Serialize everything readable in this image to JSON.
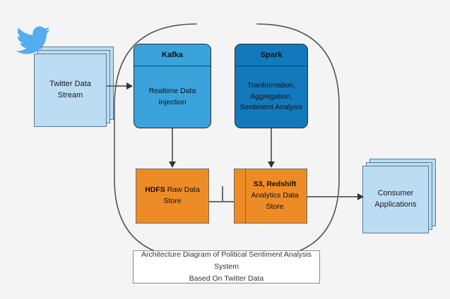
{
  "diagram": {
    "title": "Architecture Diagram of Political Sentiment Analysis System\nBased On Twitter Data",
    "background_color": "#f4f4f4",
    "source_icon": "twitter-bird-icon",
    "source_icon_color": "#55acee",
    "group_outline_color": "#555555"
  },
  "nodes": {
    "twitter_stream": {
      "label": "Twitter Data\nStream",
      "shape": "stacked-rectangle",
      "fill": "#bcdcf4",
      "stroke": "#5b7a93"
    },
    "kafka": {
      "header": "Kafka",
      "body": "Realtime Data\nInjection",
      "shape": "rounded-rectangle",
      "header_fill": "#3aa3dc",
      "body_fill": "#3aa3dc",
      "stroke": "#2a2a2a"
    },
    "spark": {
      "header": "Spark",
      "body": "Tranformation,\nAggregation,\nSentiment Analysis",
      "shape": "rounded-rectangle",
      "header_fill": "#1379bd",
      "body_fill": "#1379bd",
      "stroke": "#2a2a2a"
    },
    "hdfs": {
      "label_bold": "HDFS",
      "label_rest": " Raw Data\nStore",
      "shape": "rectangle",
      "fill": "#ed8b26",
      "stroke": "#6b6b6b"
    },
    "s3_redshift": {
      "label_bold": "S3, Redshift",
      "label_rest": "Analytics Data\nStore",
      "shape": "rectangle-with-left-divider",
      "fill": "#ed8b26",
      "stroke": "#6b6b6b"
    },
    "consumer_apps": {
      "label": "Consumer\nApplications",
      "shape": "stacked-rectangle",
      "fill": "#bcdcf4",
      "stroke": "#5b7a93"
    }
  },
  "edges": [
    {
      "name": "twitter-to-kafka",
      "from": "twitter_stream",
      "to": "kafka",
      "direction": "right"
    },
    {
      "name": "kafka-to-hdfs",
      "from": "kafka",
      "to": "hdfs",
      "direction": "down"
    },
    {
      "name": "spark-to-s3",
      "from": "spark",
      "to": "s3_redshift",
      "direction": "down"
    },
    {
      "name": "hdfs-to-s3",
      "from": "hdfs",
      "to": "s3_redshift",
      "direction": "right"
    },
    {
      "name": "s3-to-consumer",
      "from": "s3_redshift",
      "to": "consumer_apps",
      "direction": "right"
    }
  ]
}
